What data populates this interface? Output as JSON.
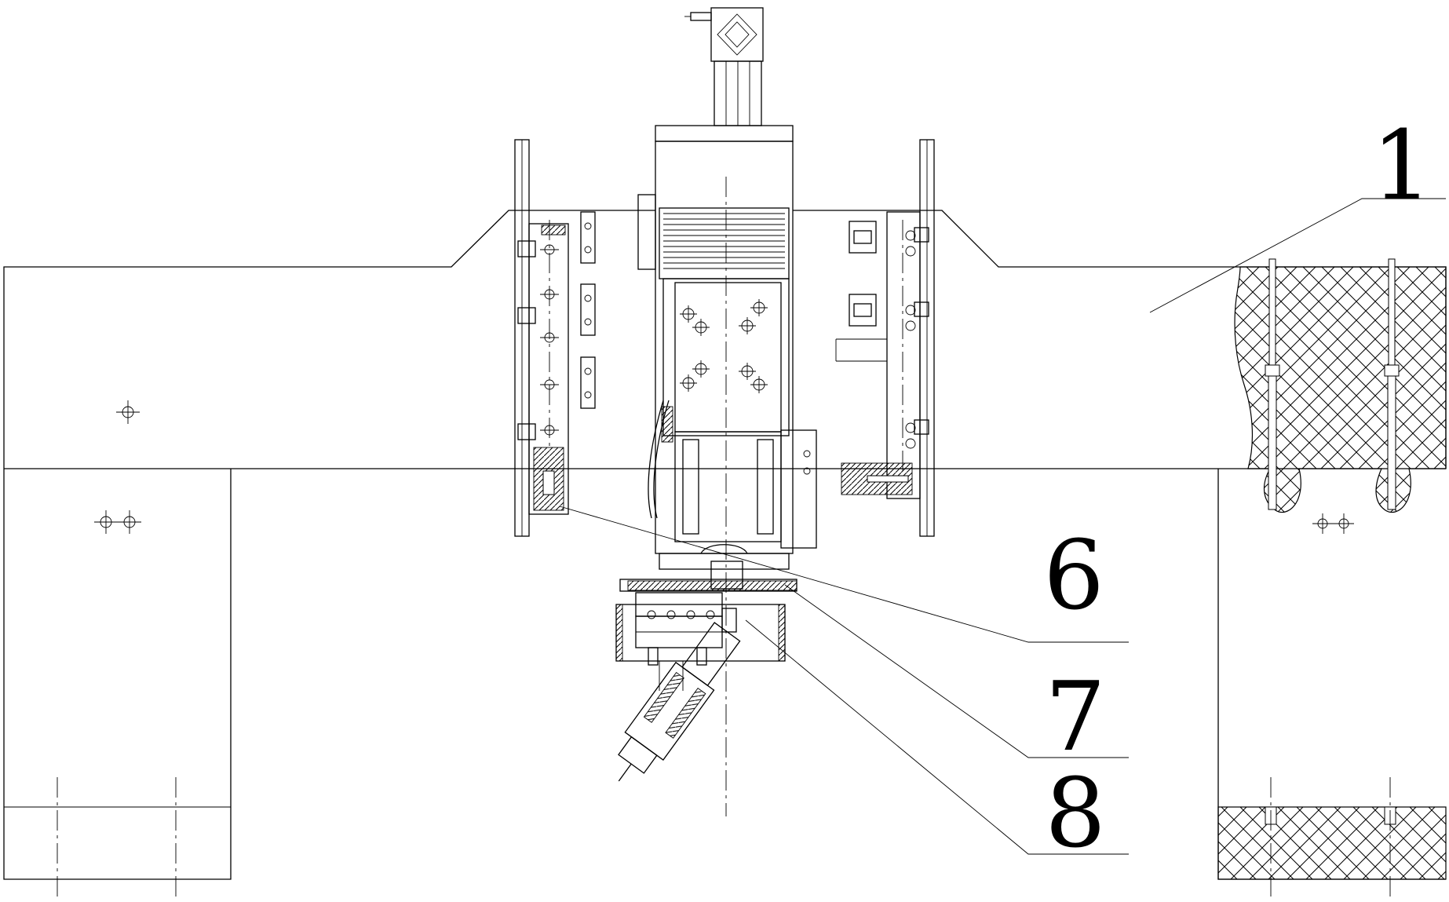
{
  "callouts": [
    {
      "id": "1",
      "text": "1"
    },
    {
      "id": "6",
      "text": "6"
    },
    {
      "id": "7",
      "text": "7"
    },
    {
      "id": "8",
      "text": "8"
    }
  ]
}
